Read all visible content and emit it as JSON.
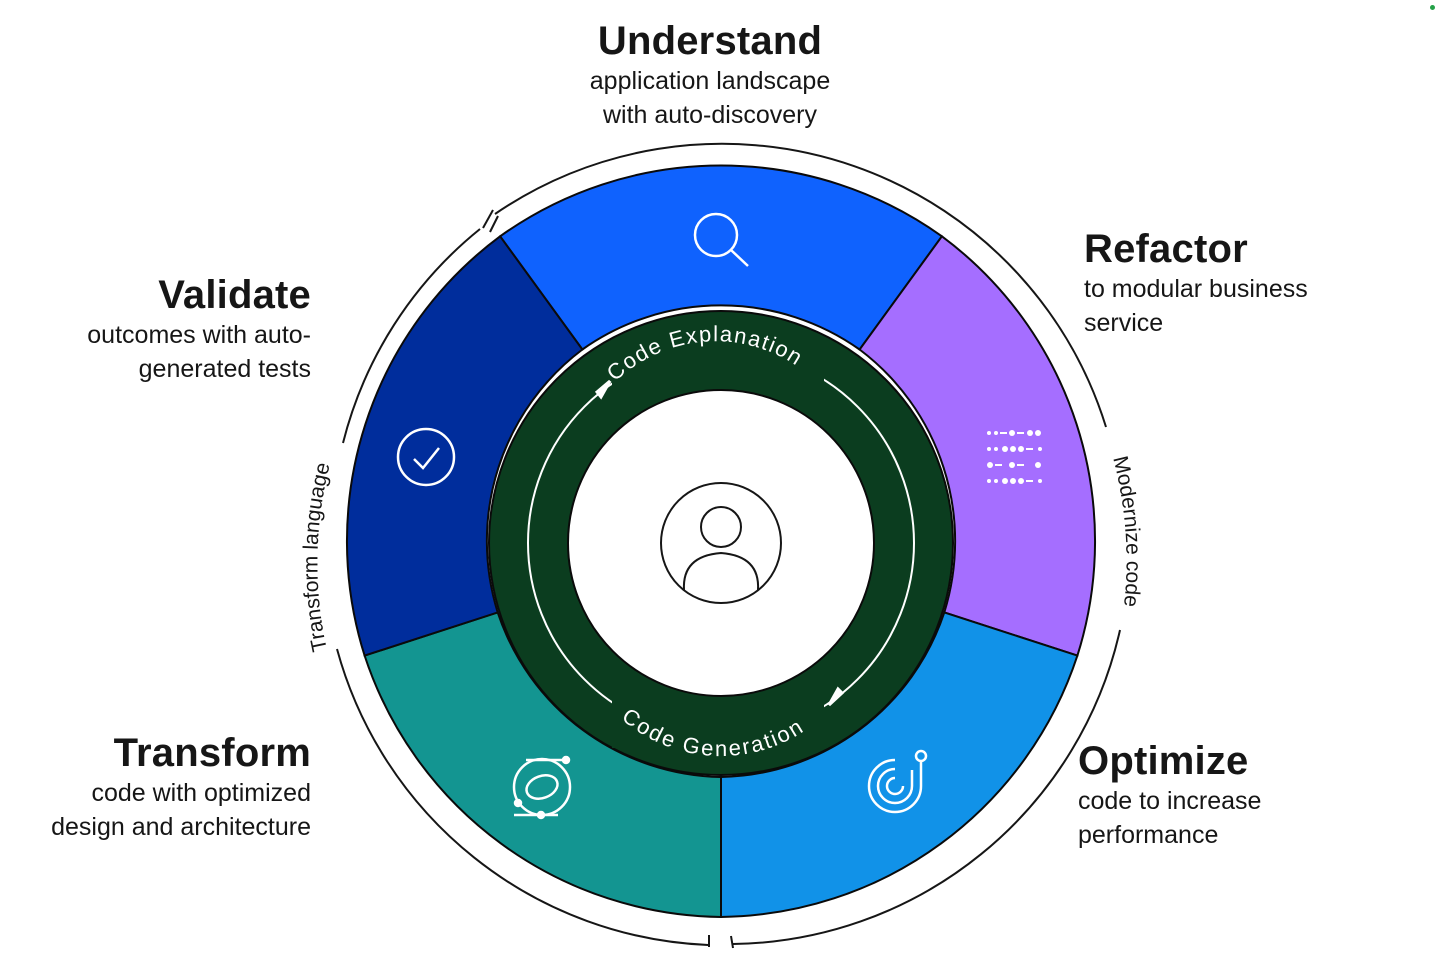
{
  "colors": {
    "understand": "#0f62fe",
    "refactor": "#a56eff",
    "optimize": "#1192e8",
    "transform": "#139591",
    "validate": "#002d9c",
    "inner_ring": "#0b3d1f",
    "accent_dot": "#24a148"
  },
  "stages": {
    "understand": {
      "title": "Understand",
      "desc_line1": "application landscape",
      "desc_line2": "with auto-discovery",
      "icon": "search-icon"
    },
    "refactor": {
      "title": "Refactor",
      "desc_line1": "to modular business",
      "desc_line2": "service",
      "icon": "dot-grid-icon"
    },
    "optimize": {
      "title": "Optimize",
      "desc_line1": "code to increase",
      "desc_line2": "performance",
      "icon": "spiral-icon"
    },
    "transform": {
      "title": "Transform",
      "desc_line1": "code with optimized",
      "desc_line2": "design and architecture",
      "icon": "orbit-icon"
    },
    "validate": {
      "title": "Validate",
      "desc_line1": "outcomes with auto-",
      "desc_line2": "generated tests",
      "icon": "checkmark-circle-icon"
    }
  },
  "inner_ring": {
    "top_text": "Code Explanation",
    "bottom_text": "Code Generation",
    "center_icon": "user-icon"
  },
  "outer_arcs": {
    "left": "Transform language",
    "right": "Modernize code"
  }
}
